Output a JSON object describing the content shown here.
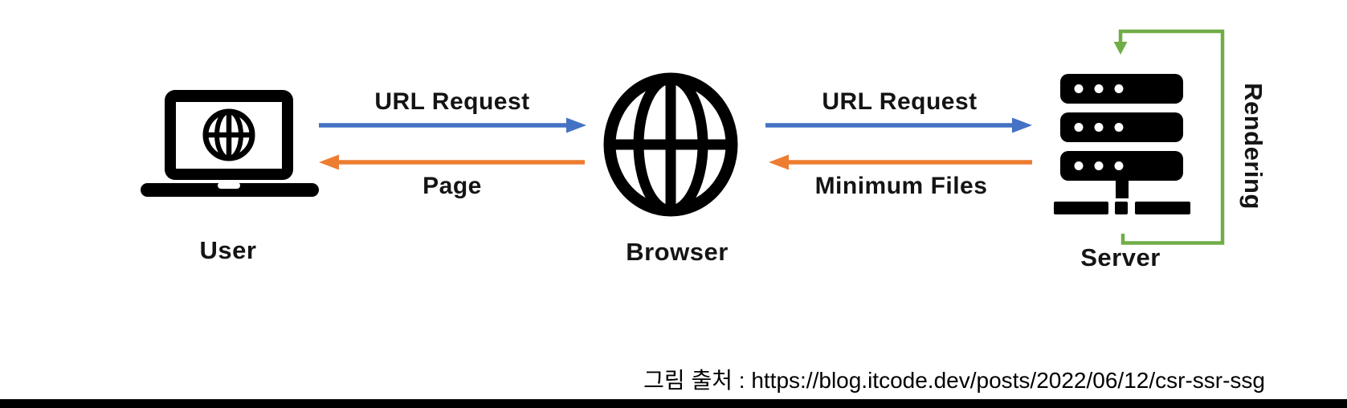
{
  "nodes": {
    "user": {
      "label": "User",
      "icon": "laptop-globe-icon"
    },
    "browser": {
      "label": "Browser",
      "icon": "globe-icon"
    },
    "server": {
      "label": "Server",
      "icon": "server-stack-icon"
    }
  },
  "edges": {
    "user_to_browser": {
      "label": "URL Request",
      "color": "#4472C4",
      "direction": "right"
    },
    "browser_to_user": {
      "label": "Page",
      "color": "#ED7D31",
      "direction": "left"
    },
    "browser_to_server": {
      "label": "URL Request",
      "color": "#4472C4",
      "direction": "right"
    },
    "server_to_browser": {
      "label": "Minimum Files",
      "color": "#ED7D31",
      "direction": "left"
    },
    "server_loop": {
      "label": "Rendering",
      "color": "#70AD47",
      "type": "self-loop",
      "icon": "loop-arrow-icon"
    }
  },
  "footer": {
    "source": "그림 출처 : https://blog.itcode.dev/posts/2022/06/12/csr-ssr-ssg"
  },
  "colors": {
    "arrow_blue": "#4472C4",
    "arrow_orange": "#ED7D31",
    "loop_green": "#70AD47",
    "icon_black": "#000000",
    "bottom_bar": "#000000",
    "background": "#FFFFFF"
  }
}
